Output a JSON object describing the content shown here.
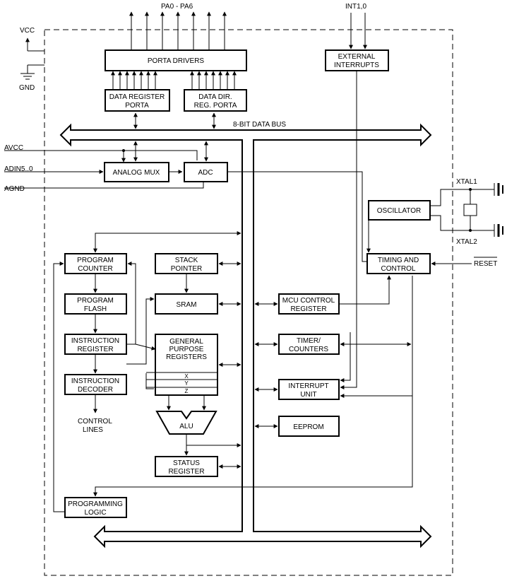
{
  "external_pins": {
    "vcc": "VCC",
    "gnd": "GND",
    "pa": "PA0 - PA6",
    "int": "INT1,0",
    "avcc": "AVCC",
    "adin": "ADIN5..0",
    "agnd": "AGND",
    "xtal1": "XTAL1",
    "xtal2": "XTAL2",
    "reset": "RESET"
  },
  "bus_label": "8-BIT DATA BUS",
  "blocks": {
    "porta_drivers": [
      "PORTA DRIVERS"
    ],
    "data_register_porta": [
      "DATA REGISTER",
      "PORTA"
    ],
    "data_dir_reg_porta": [
      "DATA DIR.",
      "REG. PORTA"
    ],
    "external_interrupts": [
      "EXTERNAL",
      "INTERRUPTS"
    ],
    "analog_mux": [
      "ANALOG MUX"
    ],
    "adc": [
      "ADC"
    ],
    "oscillator": [
      "OSCILLATOR"
    ],
    "timing_control": [
      "TIMING AND",
      "CONTROL"
    ],
    "program_counter": [
      "PROGRAM",
      "COUNTER"
    ],
    "stack_pointer": [
      "STACK",
      "POINTER"
    ],
    "program_flash": [
      "PROGRAM",
      "FLASH"
    ],
    "sram": [
      "SRAM"
    ],
    "mcu_control_register": [
      "MCU CONTROL",
      "REGISTER"
    ],
    "instruction_register": [
      "INSTRUCTION",
      "REGISTER"
    ],
    "general_purpose_registers": [
      "GENERAL",
      "PURPOSE",
      "REGISTERS"
    ],
    "timer_counters": [
      "TIMER/",
      "COUNTERS"
    ],
    "instruction_decoder": [
      "INSTRUCTION",
      "DECODER"
    ],
    "interrupt_unit": [
      "INTERRUPT",
      "UNIT"
    ],
    "alu": [
      "ALU"
    ],
    "eeprom": [
      "EEPROM"
    ],
    "status_register": [
      "STATUS",
      "REGISTER"
    ],
    "programming_logic": [
      "PROGRAMMING",
      "LOGIC"
    ]
  },
  "register_rows": [
    "X",
    "Y",
    "Z"
  ],
  "control_lines": [
    "CONTROL",
    "LINES"
  ]
}
